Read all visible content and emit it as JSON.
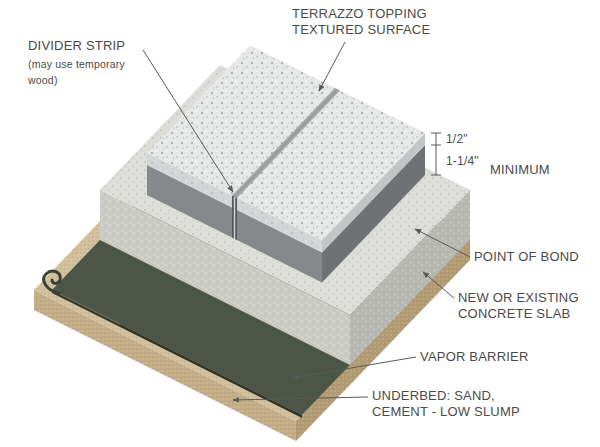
{
  "diagram": {
    "labels": [
      "TERRAZZO TOPPING TEXTURED SURFACE",
      "DIVIDER STRIP",
      "(may use temporary wood)",
      "1/2\"",
      "1-1/4\"",
      "MINIMUM",
      "POINT OF BOND",
      "NEW OR EXISTING CONCRETE SLAB",
      "VAPOR BARRIER",
      "UNDERBED: SAND, CEMENT - LOW SLUMP"
    ]
  }
}
